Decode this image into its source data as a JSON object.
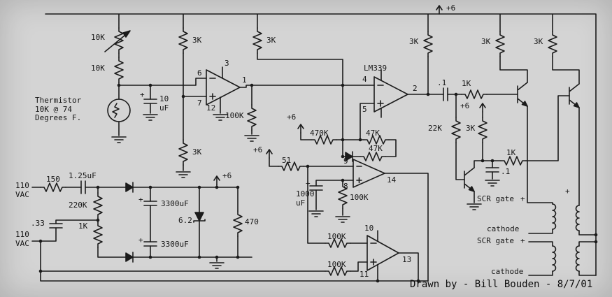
{
  "colors": {
    "paper": "#d4d4d4",
    "ink": "#1b1b1b"
  },
  "labels": {
    "top_supply": "+6",
    "pot": "10K",
    "r1": "10K",
    "thermistor": "Thermistor\n10K @ 74\nDegrees F.",
    "c1": "10\nuF",
    "c1_plus": "+",
    "r2": "3K",
    "r3": "3K",
    "r4": "100K",
    "r5": "3K",
    "u1_pin6": "6",
    "u1_pin3": "3",
    "u1_pin1": "1",
    "u1_pin7": "7",
    "u1_pin12": "12",
    "ic": "LM339",
    "u2_pin4": "4",
    "u2_pin5": "5",
    "u2_pin2": "2",
    "r6": "3K",
    "r7": "3K",
    "r8": "3K",
    "c2": ".1",
    "r9": "1K",
    "mid_supply": "+6",
    "r10": "22K",
    "r11": "3K",
    "r12": "1K",
    "c3": ".1",
    "r13": "470K",
    "r14": "47K",
    "r15": "47K",
    "supply_a": "+6",
    "supply_b": "+6",
    "r16": "51",
    "u3_pin9": "9",
    "u3_pin8": "8",
    "u3_pin14": "14",
    "c4": "1000\nuF",
    "c4_plus": "+",
    "r17": "100K",
    "r18": "150",
    "c5": "1.25uF",
    "vac1": "110\nVAC",
    "vac2": "110\nVAC",
    "r19": "220K",
    "c6": ".33",
    "r20": "1K",
    "c7": "3300uF",
    "c7_plus": "+",
    "c8": "3300uF",
    "c8_plus": "+",
    "d3": "6.2",
    "r21": "470",
    "ps_supply": "+6",
    "r22": "100K",
    "r23": "100K",
    "u4_pin10": "10",
    "u4_pin11": "11",
    "u4_pin13": "13",
    "scr1": "SCR gate",
    "scr1_plus": "+",
    "cath1": "cathode",
    "scr2": "SCR gate",
    "scr2_plus": "+",
    "cath2": "cathode",
    "xfmr_plus": "+",
    "credit": "Drawn by - Bill Bouden - 8/7/01"
  }
}
